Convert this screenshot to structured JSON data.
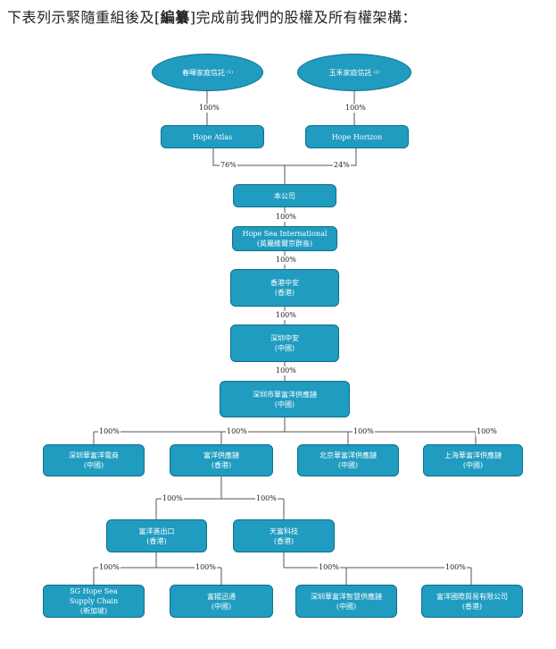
{
  "heading": {
    "prefix": "下表列示緊隨重組後及[",
    "bold": "編纂",
    "suffix": "]完成前我們的股權及所有權架構："
  },
  "trusts": [
    {
      "label": "春暉家庭信託",
      "note": "(1)"
    },
    {
      "label": "玉禾家庭信託",
      "note": "(2)"
    }
  ],
  "holders": [
    {
      "label": "Hope Atlas"
    },
    {
      "label": "Hope Horizon"
    }
  ],
  "company": {
    "label": "本公司"
  },
  "chain": [
    {
      "line1": "Hope Sea International",
      "line2": "(英屬維爾京群島)"
    },
    {
      "line1": "香港中安",
      "line2": "(香港)"
    },
    {
      "line1": "深圳中安",
      "line2": "(中國)"
    },
    {
      "line1": "深圳市華富洋供應鏈",
      "line2": "(中國)"
    }
  ],
  "level1": [
    {
      "line1": "深圳華富洋電商",
      "line2": "(中國)"
    },
    {
      "line1": "富洋供應鏈",
      "line2": "(香港)"
    },
    {
      "line1": "北京華富洋供應鏈",
      "line2": "(中國)"
    },
    {
      "line1": "上海華富洋供應鏈",
      "line2": "(中國)"
    }
  ],
  "level2": [
    {
      "line1": "富洋進出口",
      "line2": "(香港)"
    },
    {
      "line1": "天富科技",
      "line2": "(香港)"
    }
  ],
  "level3": [
    {
      "line1": "SG Hope Sea",
      "line2": "Supply Chain",
      "line3": "(新加坡)"
    },
    {
      "line1": "富揚迅通",
      "line2": "(中國)"
    },
    {
      "line1": "深圳華富洋智慧供應鏈",
      "line2": "(中國)"
    },
    {
      "line1": "富洋國際貿易有限公司",
      "line2": "(香港)"
    }
  ],
  "percentages": {
    "trust1_atlas": "100%",
    "trust2_horizon": "100%",
    "atlas_company": "76%",
    "horizon_company": "24%",
    "company_hsi": "100%",
    "hsi_hkza": "100%",
    "hkza_szza": "100%",
    "szza_szhfy": "100%",
    "l1_a": "100%",
    "l1_b": "100%",
    "l1_c": "100%",
    "l1_d": "100%",
    "l2_a": "100%",
    "l2_b": "100%",
    "l3_a": "100%",
    "l3_b": "100%",
    "l3_c": "100%",
    "l3_d": "100%"
  },
  "colors": {
    "box_fill": "#1f9cc0",
    "box_border": "#0f6f8a",
    "line": "#555555"
  }
}
